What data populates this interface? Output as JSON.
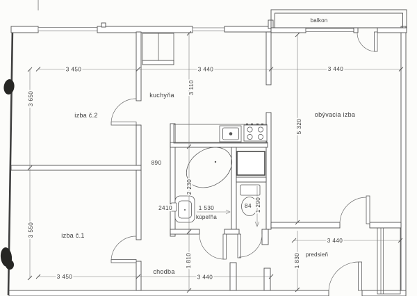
{
  "plan": {
    "kind": "apartment-floor-plan-scan",
    "rooms": {
      "room2": "izba č.2",
      "room1": "izba č.1",
      "kitchen": "kuchyňa",
      "living": "obývacia izba",
      "bathroom": "kúpeľňa",
      "corridor": "chodba",
      "hall": "predsieň",
      "balcony": "balkon"
    },
    "dims": {
      "top_left": "3 450",
      "top_mid": "3 440",
      "top_right": "3 440",
      "left_top": "3 650",
      "left_bottom": "3 550",
      "kitchen_depth": "3 110",
      "bath_depth": "2 230",
      "corridor_depth": "1 810",
      "living_depth": "5 320",
      "hall_depth": "1 830",
      "hall_width": "3 440",
      "wc_depth": "1 290",
      "passage": "890",
      "bath_note": "2410",
      "bath_width": "1 530",
      "wc_note": "84",
      "bottom_left": "3 450",
      "bottom_mid": "3 440"
    },
    "colors": {
      "paper": "#fcfcfa",
      "wall_line": "#4e4e4e",
      "ink": "#3c3c3c"
    }
  }
}
